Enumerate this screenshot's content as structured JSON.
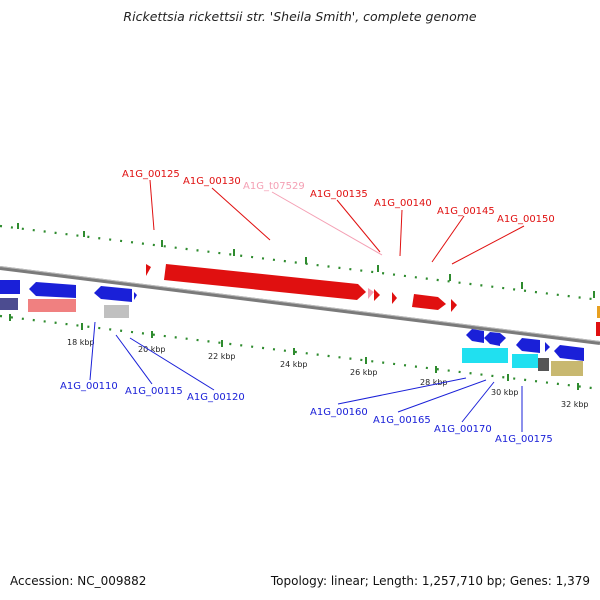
{
  "title": "Rickettsia rickettsii str. 'Sheila Smith', complete genome",
  "footer": {
    "accession_label": "Accession:",
    "accession": "NC_009882",
    "topology_text": "Topology: linear; Length: 1,257,710 bp; Genes: 1,379"
  },
  "colors": {
    "forward_gene": "#e01010",
    "forward_rna": "#f4a0b4",
    "reverse_gene": "#1a20d8",
    "ruler": "#2e8b2e",
    "backbone": "#808080"
  },
  "kbp_ticks": [
    {
      "label": "18 kbp"
    },
    {
      "label": "20 kbp"
    },
    {
      "label": "22 kbp"
    },
    {
      "label": "24 kbp"
    },
    {
      "label": "26 kbp"
    },
    {
      "label": "28 kbp"
    },
    {
      "label": "30 kbp"
    },
    {
      "label": "32 kbp"
    }
  ],
  "forward_genes": [
    {
      "label": "A1G_00125"
    },
    {
      "label": "A1G_00130"
    },
    {
      "label": "A1G_t07529"
    },
    {
      "label": "A1G_00135"
    },
    {
      "label": "A1G_00140"
    },
    {
      "label": "A1G_00145"
    },
    {
      "label": "A1G_00150"
    }
  ],
  "reverse_genes": [
    {
      "label": "A1G_00110"
    },
    {
      "label": "A1G_00115"
    },
    {
      "label": "A1G_00120"
    },
    {
      "label": "A1G_00160"
    },
    {
      "label": "A1G_00165"
    },
    {
      "label": "A1G_00170"
    },
    {
      "label": "A1G_00175"
    }
  ]
}
